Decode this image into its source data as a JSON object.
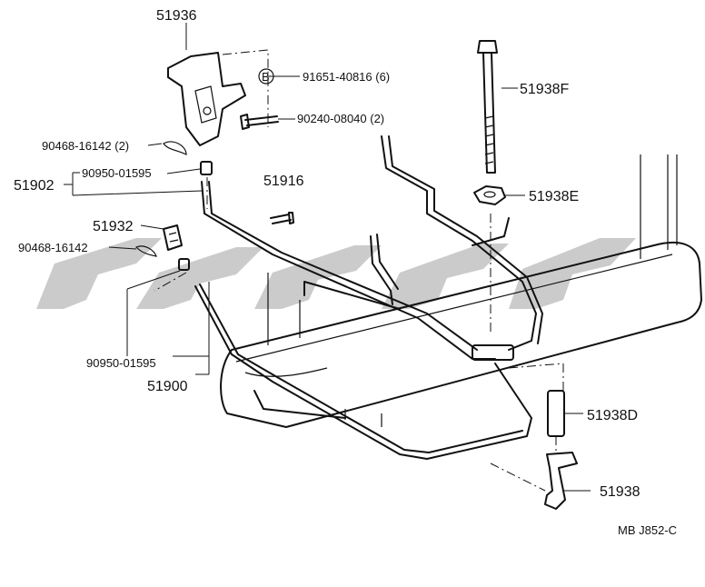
{
  "diagram": {
    "catalog_code": "MB  J852-C",
    "watermark": "FF"
  },
  "parts": {
    "p51936": "51936",
    "p91651": "91651-40816 (6)",
    "p91651_badge": "B",
    "p90240": "90240-08040 (2)",
    "p90468a": "90468-16142 (2)",
    "p90950a": "90950-01595",
    "p51902": "51902",
    "p51916": "51916",
    "p51932": "51932",
    "p90468b": "90468-16142",
    "p90950b": "90950-01595",
    "p51900": "51900",
    "p51938F": "51938F",
    "p51938E": "51938E",
    "p51938D": "51938D",
    "p51938": "51938"
  }
}
